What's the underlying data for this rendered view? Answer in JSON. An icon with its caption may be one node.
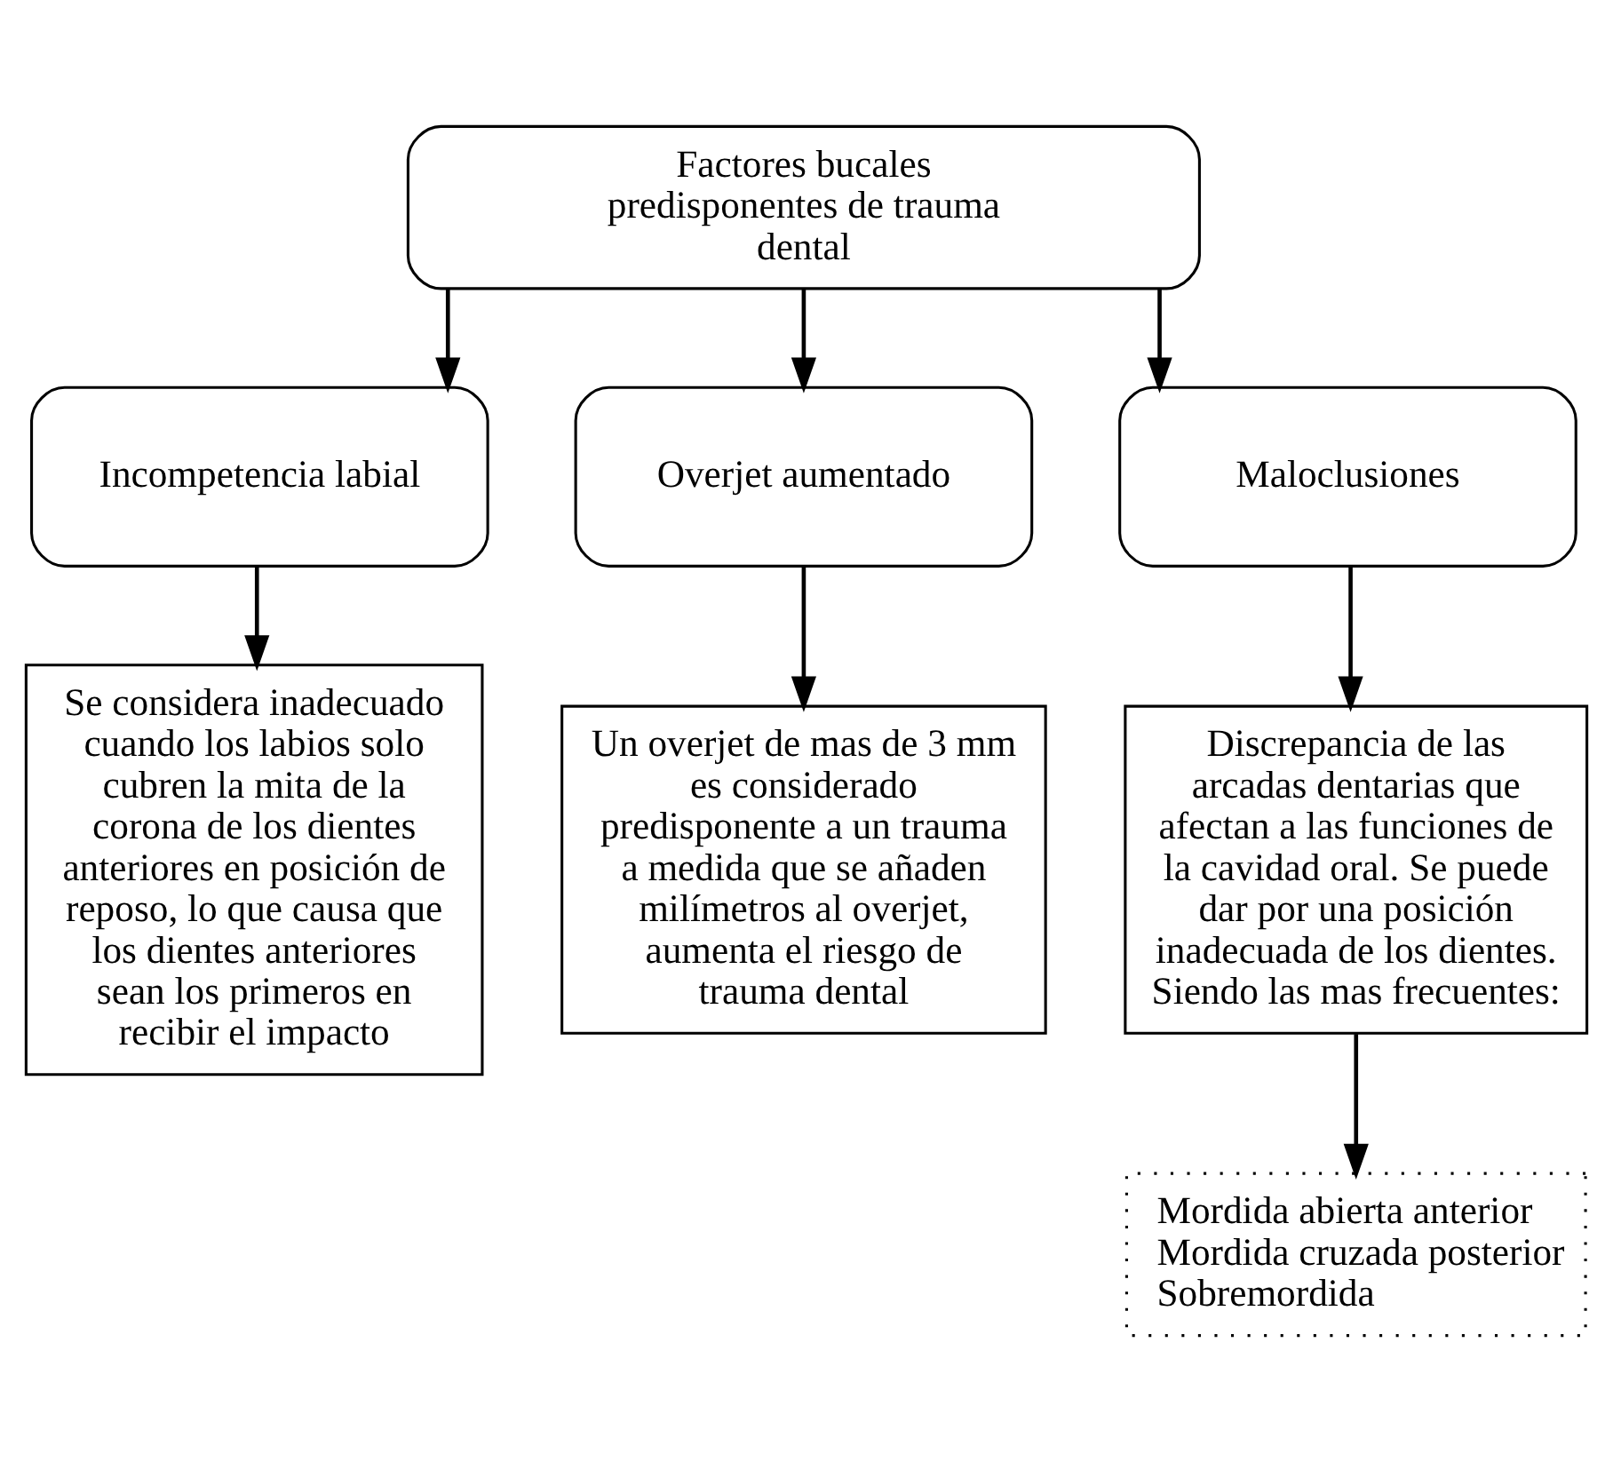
{
  "diagram": {
    "nodes": [
      {
        "text": [
          "Factores bucales predisponentes de trauma dental"
        ]
      },
      {
        "text": [
          "Incompetencia labial"
        ]
      },
      {
        "text": [
          "Overjet aumentado"
        ]
      },
      {
        "text": [
          "Maloclusiones"
        ]
      },
      {
        "text": [
          "Se considera inadecuado cuando los labios solo cubren la mita de la corona de los dientes anteriores en posición de reposo, lo que causa que los dientes anteriores sean los primeros en recibir el impacto"
        ]
      },
      {
        "text": [
          "Un overjet de mas de 3 mm es considerado predisponente a un trauma a medida que se añaden milímetros al overjet, aumenta el riesgo de trauma dental"
        ]
      },
      {
        "text": [
          "Discrepancia de las arcadas dentarias que afectan a las funciones de la cavidad oral. Se puede dar por una posición inadecuada de los dientes. Siendo las mas frecuentes:"
        ]
      },
      {
        "text": [
          "Mordida abierta anterior",
          "Mordida cruzada posterior",
          "Sobremordida"
        ]
      }
    ],
    "edges": [
      {
        "from": 0,
        "to": 1,
        "arrow": "to"
      },
      {
        "from": 0,
        "to": 2,
        "arrow": "to"
      },
      {
        "from": 0,
        "to": 3,
        "arrow": "to"
      },
      {
        "from": 1,
        "to": 4,
        "arrow": "to"
      },
      {
        "from": 2,
        "to": 5,
        "arrow": "to"
      },
      {
        "from": 3,
        "to": 6,
        "arrow": "to"
      },
      {
        "from": 6,
        "to": 7,
        "arrow": "to"
      }
    ]
  }
}
